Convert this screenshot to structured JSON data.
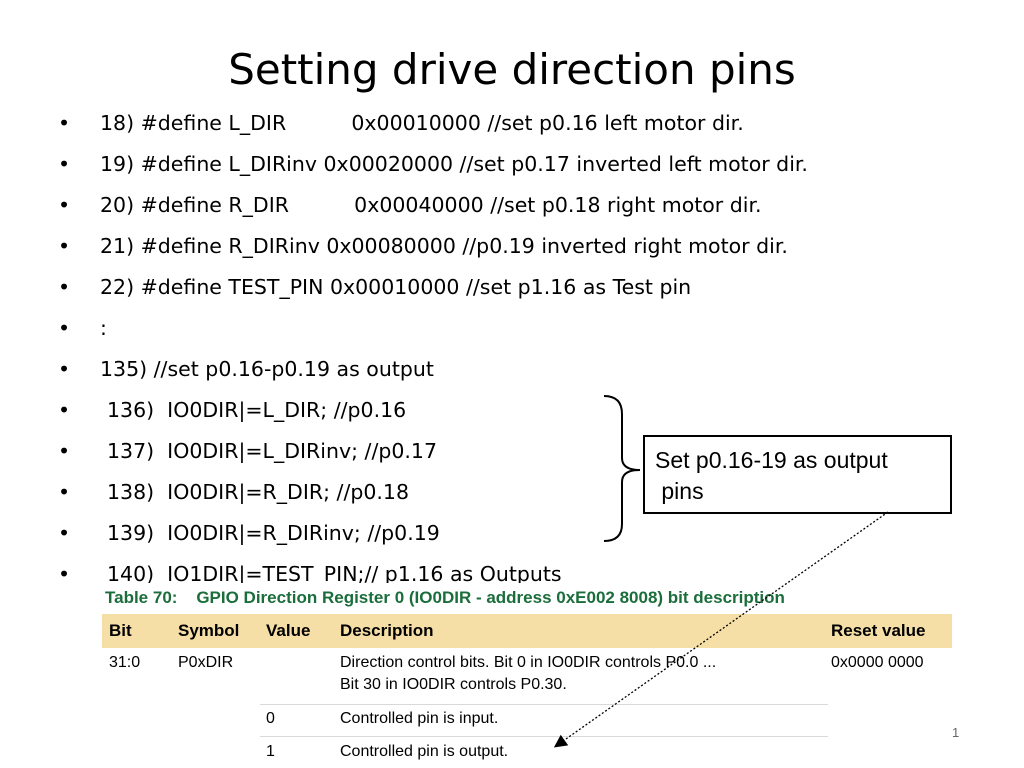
{
  "slide": {
    "title": "Setting drive direction pins",
    "page_number": "1"
  },
  "bullets": [
    {
      "marker": "•",
      "text": "18) #define L_DIR          0x00010000 //set p0.16 left motor dir."
    },
    {
      "marker": "•",
      "text": "19) #define L_DIRinv 0x00020000 //set p0.17 inverted left motor dir."
    },
    {
      "marker": "•",
      "text": "20) #define R_DIR          0x00040000 //set p0.18 right motor dir."
    },
    {
      "marker": "•",
      "text": "21) #define R_DIRinv 0x00080000 //p0.19 inverted right motor dir."
    },
    {
      "marker": "•",
      "text": "22) #define TEST_PIN 0x00010000 //set p1.16 as Test pin"
    },
    {
      "marker": "•",
      "text": ":"
    },
    {
      "marker": "•",
      "text": "135) //set p0.16-p0.19 as output"
    },
    {
      "marker": "•",
      "text": "136)  IO0DIR|=L_DIR; //p0.16"
    },
    {
      "marker": "•",
      "text": "137)  IO0DIR|=L_DIRinv; //p0.17"
    },
    {
      "marker": "•",
      "text": "138)  IO0DIR|=R_DIR; //p0.18"
    },
    {
      "marker": "•",
      "text": "139)  IO0DIR|=R_DIRinv; //p0.19"
    },
    {
      "marker": "•",
      "text": "140)  IO1DIR|=TEST_PIN;// p1.16 as Outputs"
    }
  ],
  "callout": {
    "line1": "Set p0.16-19 as output",
    "line2": " pins"
  },
  "table": {
    "caption": "Table 70:    GPIO Direction Register 0 (IO0DIR - address 0xE002 8008) bit description",
    "headers": {
      "bit": "Bit",
      "symbol": "Symbol",
      "value": "Value",
      "description": "Description",
      "reset": "Reset value"
    },
    "rows": [
      {
        "bit": "31:0",
        "symbol": "P0xDIR",
        "value": "",
        "description_line1": "Direction control bits. Bit 0 in IO0DIR controls P0.0 ...",
        "description_line2": "Bit 30 in IO0DIR controls P0.30.",
        "reset": "0x0000 0000"
      },
      {
        "value": "0",
        "description": "Controlled pin is input."
      },
      {
        "value": "1",
        "description": "Controlled pin is output."
      }
    ]
  },
  "colors": {
    "caption_green": "#1b6e3c",
    "header_fill": "#f5dfa6"
  }
}
